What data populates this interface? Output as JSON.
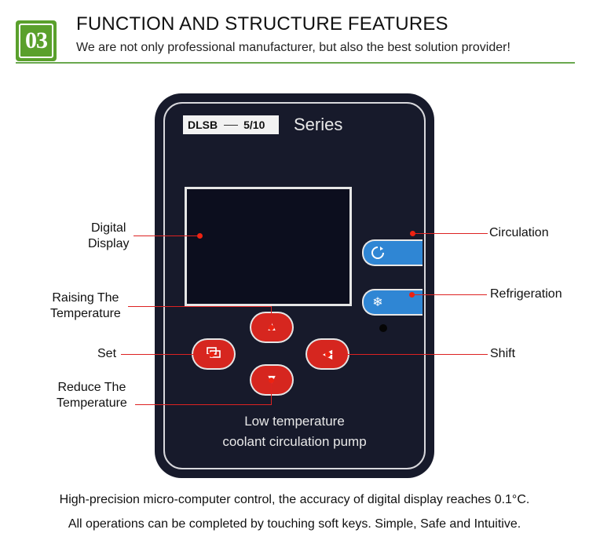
{
  "header": {
    "badge": "03",
    "title": "FUNCTION AND STRUCTURE FEATURES",
    "subtitle": "We are not only professional manufacturer, but also the best solution provider!"
  },
  "panel": {
    "model": "DLSB",
    "capacity": "5/10",
    "series": "Series",
    "caption_line1": "Low temperature",
    "caption_line2": "coolant circulation pump",
    "colors": {
      "panel": "#171a2b",
      "button_red": "#d6261f",
      "button_blue": "#2f86d4"
    },
    "icons": {
      "circulation": "circulation-icon",
      "refrigeration": "snowflake-icon",
      "raise": "triangle-up-icon",
      "lower": "triangle-down-icon",
      "set": "set-icon",
      "shift": "triangle-left-icon"
    }
  },
  "callouts": {
    "digital_display": [
      "Digital",
      "Display"
    ],
    "raising": [
      "Raising The",
      "Temperature"
    ],
    "set": "Set",
    "reduce": [
      "Reduce The",
      "Temperature"
    ],
    "circulation": "Circulation",
    "refrigeration": "Refrigeration",
    "shift": "Shift"
  },
  "footer": {
    "line1": "High-precision micro-computer control, the accuracy of digital display reaches 0.1°C.",
    "line2": "All operations can be completed by touching soft keys. Simple, Safe and Intuitive."
  }
}
